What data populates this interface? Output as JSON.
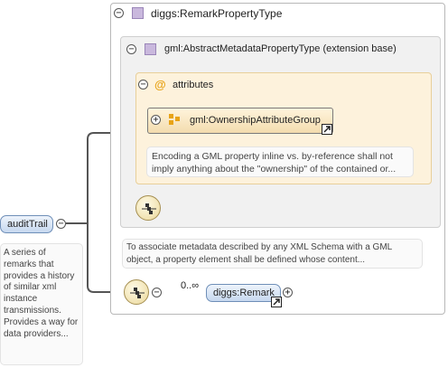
{
  "root": {
    "label": "auditTrail",
    "documentation": "A series of remarks that provides a history of similar xml instance transmissions. Provides a way for data providers..."
  },
  "type_box": {
    "title": "diggs:RemarkPropertyType",
    "documentation": "To associate metadata described by any XML Schema with a GML object, a property element shall be defined whose content..."
  },
  "extension_box": {
    "title": "gml:AbstractMetadataPropertyType (extension base)"
  },
  "attributes_box": {
    "symbol": "@",
    "title": "attributes",
    "group": {
      "label": "gml:OwnershipAttributeGroup",
      "documentation": "Encoding a GML property inline vs. by-reference shall not imply anything about the \"ownership\" of the contained or..."
    }
  },
  "child_element": {
    "label": "diggs:Remark",
    "occurrence": "0..∞"
  },
  "toggles": {
    "collapse": "−",
    "expand": "+"
  },
  "colors": {
    "connector": "#555555",
    "element_fill": "#c6d8ef",
    "attribute_fill": "#fdf2dc",
    "type_icon": "#c9b8dd",
    "group_icon": "#e8a317"
  },
  "icons": [
    "collapse-toggle-icon",
    "expand-toggle-icon",
    "complex-type-icon",
    "attribute-group-icon",
    "sequence-icon",
    "reference-arrow-icon"
  ]
}
